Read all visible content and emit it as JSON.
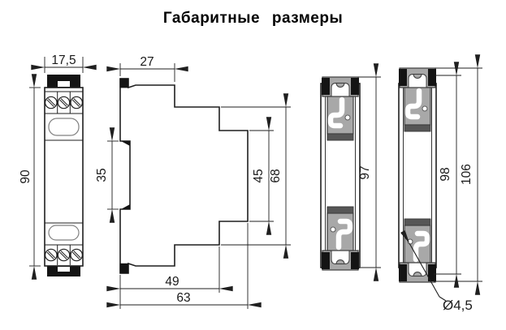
{
  "title": "Габаритные размеры",
  "views": {
    "front": {
      "name": "front view of DIN-rail module",
      "dims": {
        "width": "17,5",
        "height": "90"
      }
    },
    "side": {
      "name": "side profile view",
      "dims": {
        "top_depth": "27",
        "din_rail_recess": "35",
        "front_face_height": "45",
        "mid_step_height": "68",
        "bottom_depth_inner": "49",
        "bottom_depth_outer": "63"
      }
    },
    "rear_latched": {
      "name": "rear view, clips latched",
      "dims": {
        "overall_height": "97"
      }
    },
    "rear_extended": {
      "name": "rear view, clips extended",
      "dims": {
        "inner_height": "98",
        "overall_height": "106",
        "hole_diameter": "Ø4,5"
      }
    }
  },
  "colors": {
    "line": "#1f1f1f",
    "clip_gray": "#a8a8a8",
    "clip_dark": "#565656",
    "black_detail": "#141414"
  }
}
